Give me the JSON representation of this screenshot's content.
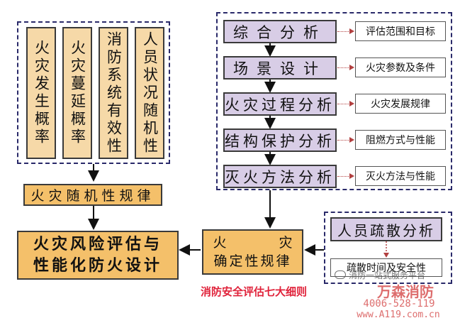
{
  "left_factors": [
    {
      "text": "火灾发生概率"
    },
    {
      "text": "火灾蔓延概率"
    },
    {
      "text": "消防系统有效性"
    },
    {
      "text": "人员状况随机性"
    }
  ],
  "fire_randomness": "火灾随机性规律",
  "risk_assessment": {
    "line1": "火灾风险评估与",
    "line2": "性能化防火设计"
  },
  "deterministic": {
    "line1a": "火",
    "line1b": "灾",
    "line2": "确定性规律"
  },
  "analysis_steps": [
    {
      "label": "综合分析",
      "note": "评估范围和目标"
    },
    {
      "label": "场景设计",
      "note": "火灾参数及条件"
    },
    {
      "label": "火灾过程分析",
      "note": "火灾发展规律"
    },
    {
      "label": "结构保护分析",
      "note": "阻燃方式与性能"
    },
    {
      "label": "灭火方法分析",
      "note": "灭火方法与性能"
    }
  ],
  "evacuation": {
    "label": "人员疏散分析",
    "note": "疏散时间及安全性"
  },
  "caption": "消防安全评估七大细则",
  "watermark": {
    "wechat": "消防一站式服务平台",
    "brand": "万森消防",
    "phone": "4006-528-119",
    "url": "www.A119.com.cn"
  }
}
